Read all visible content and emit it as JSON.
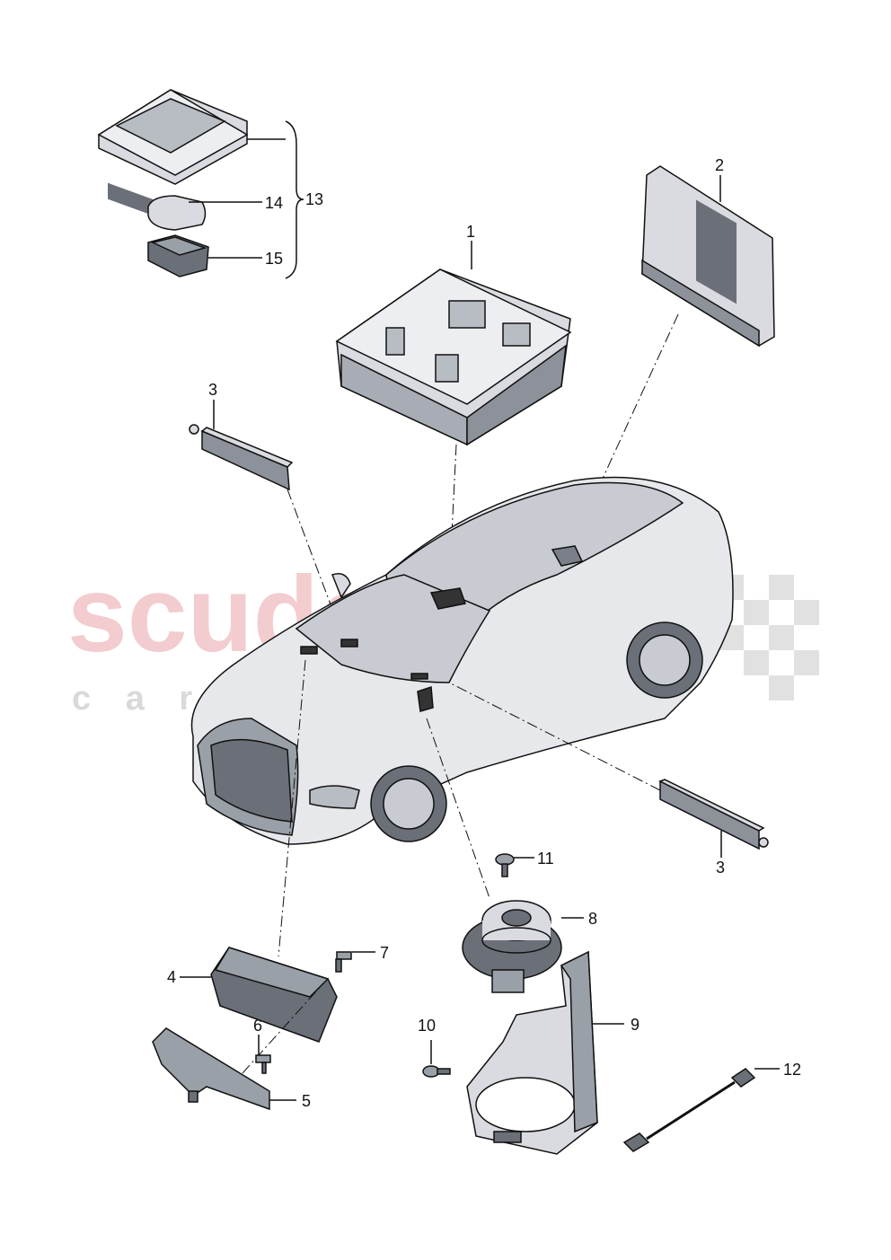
{
  "watermark": {
    "brand": "scuderia",
    "subtitle": "c a r   p a r t s",
    "color": "#e8a3a8",
    "subtitle_color": "#d8d8d8",
    "flag_color": "#cfcfcf"
  },
  "callouts": {
    "c1": "1",
    "c2": "2",
    "c3a": "3",
    "c3b": "3",
    "c4": "4",
    "c5": "5",
    "c6": "6",
    "c7": "7",
    "c8": "8",
    "c9": "9",
    "c10": "10",
    "c11": "11",
    "c12": "12",
    "c13": "13",
    "c14": "14",
    "c15": "15"
  },
  "colors": {
    "line": "#111111",
    "part_fill": "#d9dbe0",
    "part_dark": "#6b6f78",
    "car_fill": "#e6e8ec",
    "highlight": "#7a7f88"
  }
}
